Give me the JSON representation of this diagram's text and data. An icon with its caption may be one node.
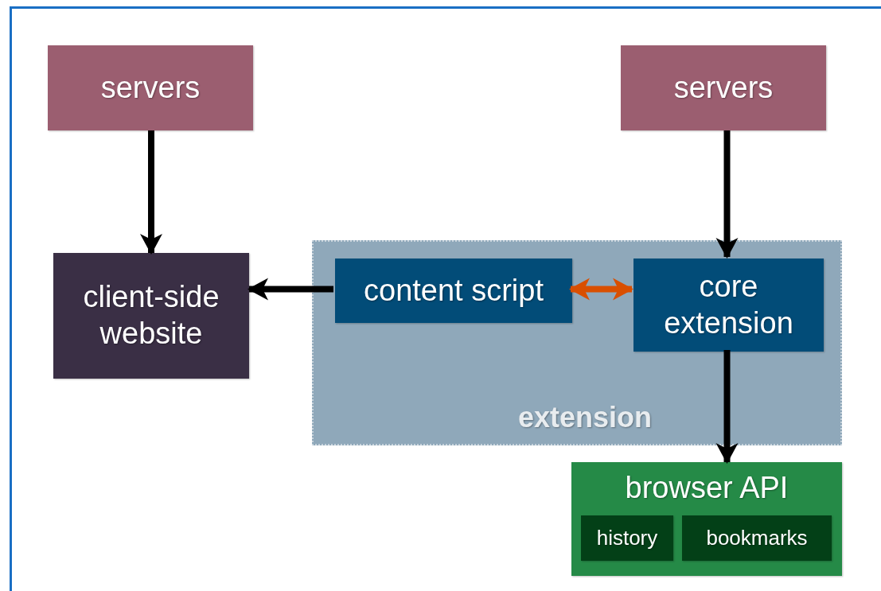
{
  "diagram": {
    "nodes": [
      {
        "text": [
          "servers"
        ]
      },
      {
        "text": [
          "servers"
        ]
      },
      {
        "text": [
          "client-side website"
        ]
      },
      {
        "text": [
          "extension"
        ]
      },
      {
        "text": [
          "content script"
        ],
        "in": 3
      },
      {
        "text": [
          "core extension"
        ],
        "in": 3
      },
      {
        "text": [
          "browser API"
        ]
      },
      {
        "text": [
          "history"
        ],
        "in": 6
      },
      {
        "text": [
          "bookmarks"
        ],
        "in": 6
      }
    ],
    "edges": [
      {
        "from": 0,
        "to": 2,
        "arrow": "to"
      },
      {
        "from": 1,
        "to": 5,
        "arrow": "to"
      },
      {
        "from": 4,
        "to": 2,
        "arrow": "to"
      },
      {
        "from": 4,
        "to": 5,
        "arrow": "both",
        "color": "#d94f00"
      },
      {
        "from": 5,
        "to": 6,
        "arrow": "to"
      }
    ]
  }
}
